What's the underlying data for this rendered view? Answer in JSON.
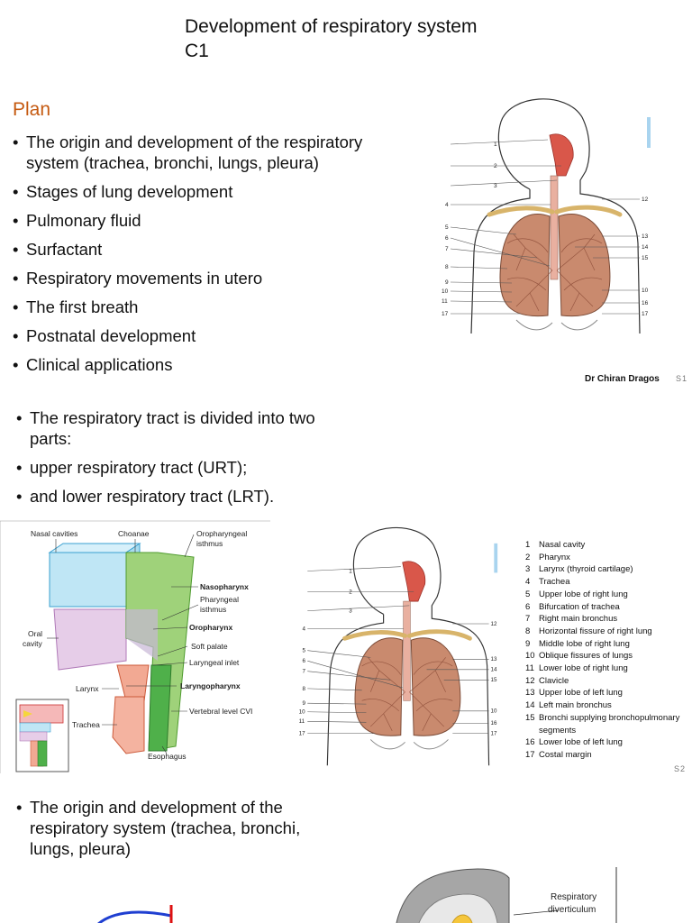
{
  "slide1": {
    "title_line1": "Development of respiratory system",
    "title_line2": "C1",
    "plan_heading": "Plan",
    "plan_items": [
      "The origin and development of the respiratory system (trachea, bronchi, lungs, pleura)",
      "Stages of lung development",
      "Pulmonary fluid",
      "Surfactant",
      "Respiratory movements in utero",
      "The first breath",
      "Postnatal development",
      "Clinical applications"
    ],
    "author": "Dr Chiran Dragos",
    "slide_number": "S1"
  },
  "slide2": {
    "bullets": [
      "The respiratory tract is divided into two parts:",
      "upper respiratory tract (URT);",
      "and lower respiratory tract (LRT)."
    ],
    "slide_number": "S2"
  },
  "tract_diagram": {
    "labels": {
      "nasal_cavities": "Nasal cavities",
      "choanae": "Choanae",
      "oropharyngeal_1": "Oropharyngeal",
      "oropharyngeal_2": "isthmus",
      "nasopharynx": "Nasopharynx",
      "pharyngeal_1": "Pharyngeal",
      "pharyngeal_2": "isthmus",
      "oral_1": "Oral",
      "oral_2": "cavity",
      "oropharynx": "Oropharynx",
      "soft_palate": "Soft palate",
      "laryngeal_inlet": "Laryngeal inlet",
      "larynx": "Larynx",
      "laryngopharynx": "Laryngopharynx",
      "vertebral": "Vertebral level CVI",
      "trachea": "Trachea",
      "esophagus": "Esophagus"
    }
  },
  "anatomy_figure": {
    "numbers": {
      "n1": "1",
      "n2": "2",
      "n3": "3",
      "n4": "4",
      "n5": "5",
      "n6": "6",
      "n7": "7",
      "n8": "8",
      "n9": "9",
      "n10": "10",
      "n11": "11",
      "n12": "12",
      "n13": "13",
      "n14": "14",
      "n15": "15",
      "n16": "16",
      "n17": "17"
    }
  },
  "legend": [
    {
      "num": "1",
      "text": "Nasal cavity"
    },
    {
      "num": "2",
      "text": "Pharynx"
    },
    {
      "num": "3",
      "text": "Larynx (thyroid cartilage)"
    },
    {
      "num": "4",
      "text": "Trachea"
    },
    {
      "num": "5",
      "text": "Upper lobe of right lung"
    },
    {
      "num": "6",
      "text": "Bifurcation of trachea"
    },
    {
      "num": "7",
      "text": "Right main bronchus"
    },
    {
      "num": "8",
      "text": "Horizontal fissure of right lung"
    },
    {
      "num": "9",
      "text": "Middle lobe of right lung"
    },
    {
      "num": "10",
      "text": "Oblique fissures of lungs"
    },
    {
      "num": "11",
      "text": "Lower lobe of right lung"
    },
    {
      "num": "12",
      "text": "Clavicle"
    },
    {
      "num": "13",
      "text": "Upper lobe of left lung"
    },
    {
      "num": "14",
      "text": "Left main bronchus"
    },
    {
      "num": "15",
      "text": "Bronchi supplying bronchopulmonary"
    },
    {
      "cont": "segments"
    },
    {
      "num": "16",
      "text": "Lower lobe of left lung"
    },
    {
      "num": "17",
      "text": "Costal margin"
    }
  ],
  "slide3": {
    "bullet": "The origin and development of the respiratory system (trachea, bronchi, lungs, pleura)",
    "diagram_label_1": "Respiratory",
    "diagram_label_2": "diverticulum"
  },
  "colors": {
    "title_accent": "#c55a11",
    "lung": "#c98a6e",
    "airway": "#d9574a",
    "bone": "#e3c27a"
  }
}
